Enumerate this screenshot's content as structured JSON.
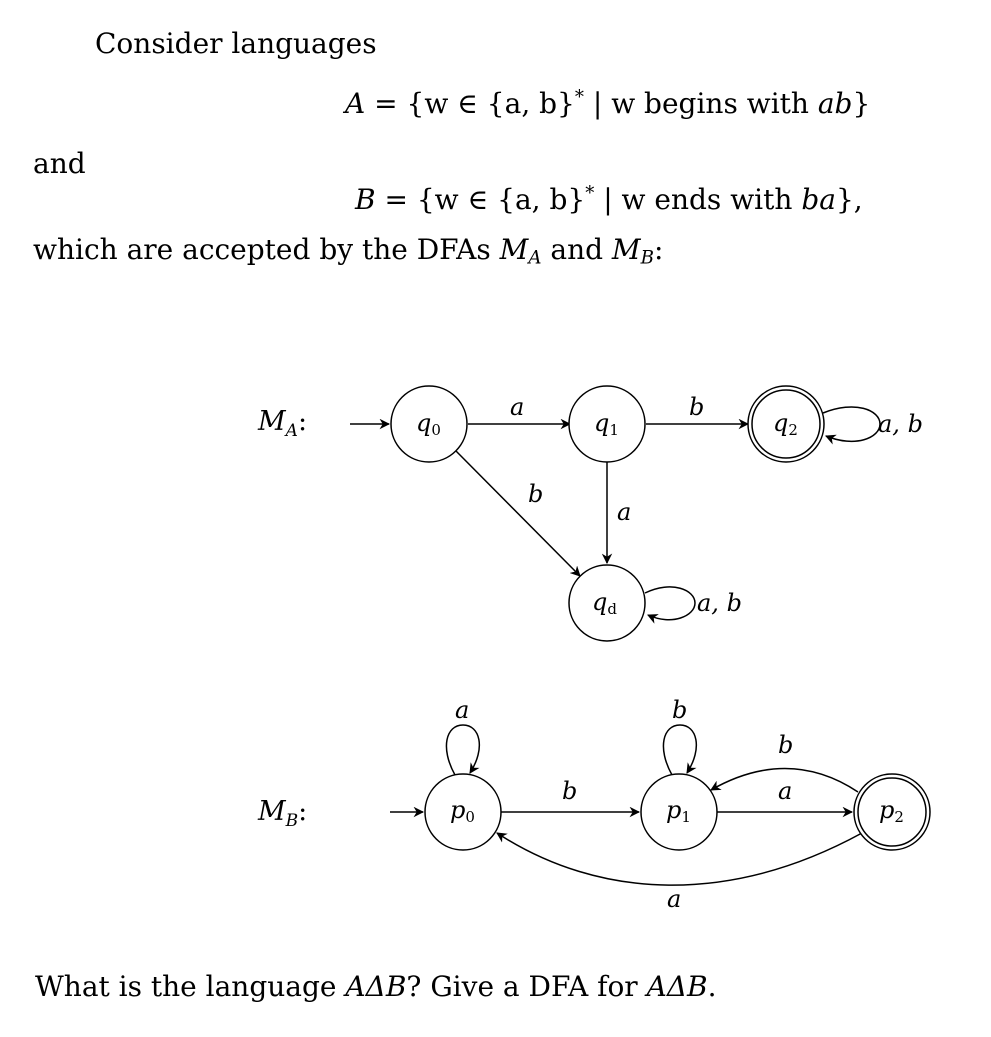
{
  "text": {
    "intro": "Consider languages",
    "lang_a": {
      "name": "A",
      "set": "{w ∈ {a, b}",
      "star": "*",
      "cond": "| w begins with ",
      "word": "ab",
      "close": "}"
    },
    "and": "and",
    "lang_b": {
      "name": "B",
      "set": "{w ∈ {a, b}",
      "star": "*",
      "cond": "| w ends with ",
      "word": "ba",
      "close": "},"
    },
    "accepted": {
      "pre": "which are accepted by the DFAs ",
      "mA": "M",
      "mA_sub": "A",
      "mid": " and ",
      "mB": "M",
      "mB_sub": "B",
      "post": ":"
    },
    "question": {
      "pre": "What is the language ",
      "e1": "AΔB",
      "mid": "? Give a DFA for ",
      "e2": "AΔB",
      "post": "."
    }
  },
  "dfa_a": {
    "label": "M",
    "label_sub": "A",
    "suffix": ":",
    "states": [
      {
        "id": "q0",
        "name": "q",
        "sub": "0",
        "accepting": false,
        "start": true
      },
      {
        "id": "q1",
        "name": "q",
        "sub": "1",
        "accepting": false,
        "start": false
      },
      {
        "id": "q2",
        "name": "q",
        "sub": "2",
        "accepting": true,
        "start": false
      },
      {
        "id": "qd",
        "name": "q",
        "sub": "d",
        "accepting": false,
        "start": false
      }
    ],
    "transitions": [
      {
        "from": "q0",
        "to": "q1",
        "label": "a"
      },
      {
        "from": "q1",
        "to": "q2",
        "label": "b"
      },
      {
        "from": "q0",
        "to": "qd",
        "label": "b"
      },
      {
        "from": "q1",
        "to": "qd",
        "label": "a"
      },
      {
        "from": "q2",
        "to": "q2",
        "label": "a, b"
      },
      {
        "from": "qd",
        "to": "qd",
        "label": "a, b"
      }
    ]
  },
  "dfa_b": {
    "label": "M",
    "label_sub": "B",
    "suffix": ":",
    "states": [
      {
        "id": "p0",
        "name": "p",
        "sub": "0",
        "accepting": false,
        "start": true
      },
      {
        "id": "p1",
        "name": "p",
        "sub": "1",
        "accepting": false,
        "start": false
      },
      {
        "id": "p2",
        "name": "p",
        "sub": "2",
        "accepting": true,
        "start": false
      }
    ],
    "transitions": [
      {
        "from": "p0",
        "to": "p0",
        "label": "a"
      },
      {
        "from": "p0",
        "to": "p1",
        "label": "b"
      },
      {
        "from": "p1",
        "to": "p1",
        "label": "b"
      },
      {
        "from": "p1",
        "to": "p2",
        "label": "a"
      },
      {
        "from": "p2",
        "to": "p1",
        "label": "b"
      },
      {
        "from": "p2",
        "to": "p0",
        "label": "a"
      }
    ]
  }
}
